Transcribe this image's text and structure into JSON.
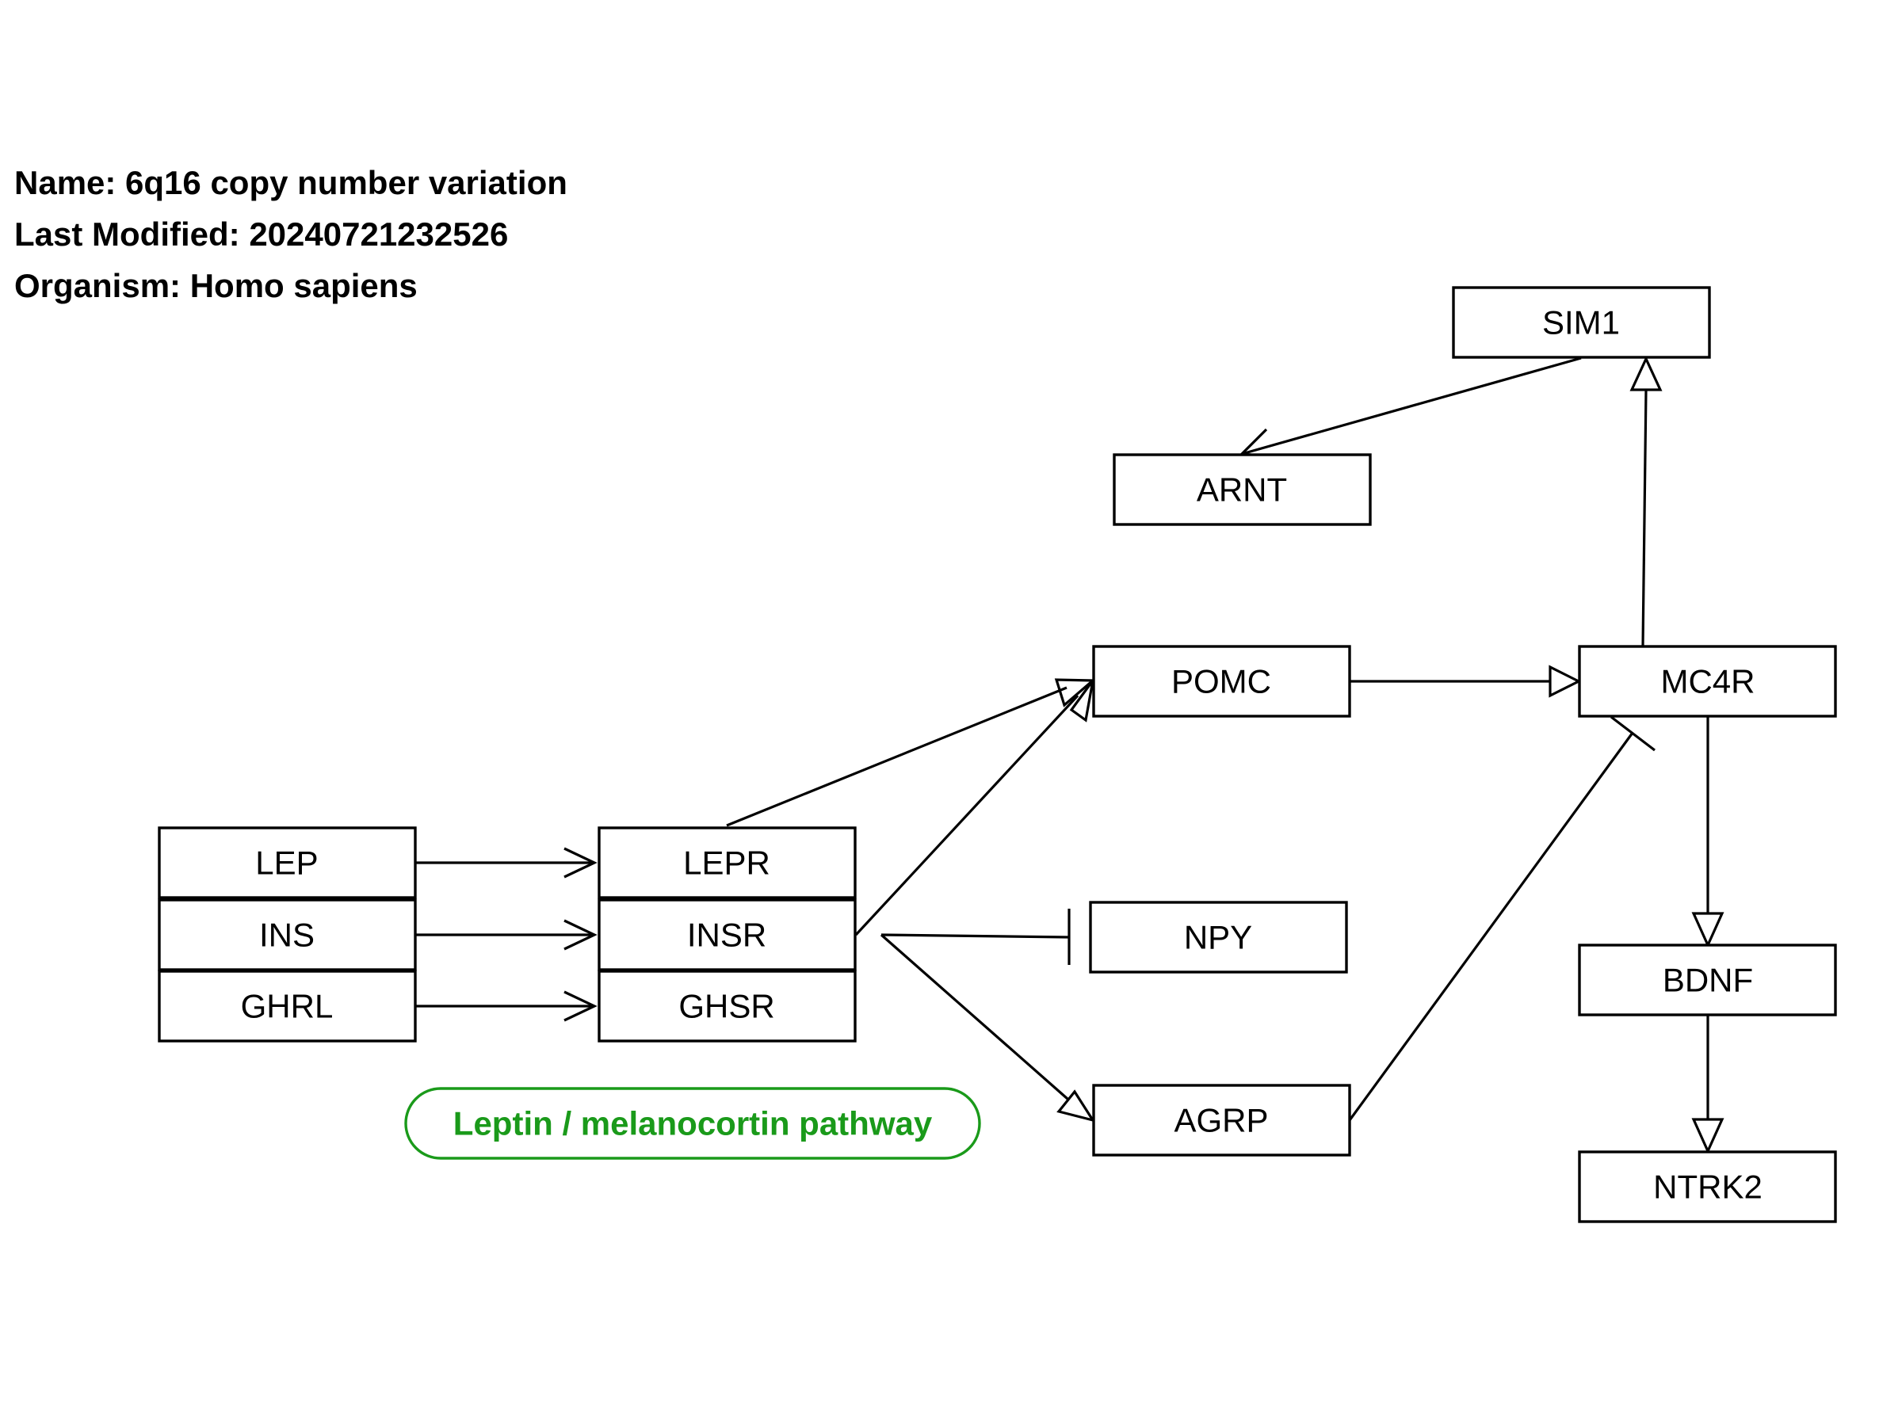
{
  "header": {
    "name": "Name: 6q16 copy number variation",
    "last_modified": "Last Modified: 20240721232526",
    "organism": "Organism: Homo sapiens"
  },
  "nodes": {
    "sim1": "SIM1",
    "arnt": "ARNT",
    "pomc": "POMC",
    "mc4r": "MC4R",
    "lep": "LEP",
    "ins": "INS",
    "ghrl": "GHRL",
    "lepr": "LEPR",
    "insr": "INSR",
    "ghsr": "GHSR",
    "npy": "NPY",
    "agrp": "AGRP",
    "bdnf": "BDNF",
    "ntrk2": "NTRK2"
  },
  "pathway": {
    "label": "Leptin / melanocortin pathway",
    "color": "#1a9a1a"
  },
  "edges": [
    {
      "from": "LEP",
      "to": "LEPR",
      "type": "arrow"
    },
    {
      "from": "INS",
      "to": "INSR",
      "type": "arrow"
    },
    {
      "from": "GHRL",
      "to": "GHSR",
      "type": "arrow"
    },
    {
      "from": "LEPR",
      "to": "POMC",
      "type": "open-triangle"
    },
    {
      "from": "INSR",
      "to": "POMC",
      "type": "open-triangle"
    },
    {
      "from": "INSR",
      "to": "NPY",
      "type": "inhibition"
    },
    {
      "from": "INSR",
      "to": "AGRP",
      "type": "open-triangle"
    },
    {
      "from": "POMC",
      "to": "MC4R",
      "type": "open-triangle"
    },
    {
      "from": "AGRP",
      "to": "MC4R",
      "type": "inhibition"
    },
    {
      "from": "MC4R",
      "to": "SIM1",
      "type": "open-triangle"
    },
    {
      "from": "SIM1",
      "to": "ARNT",
      "type": "arrow"
    },
    {
      "from": "MC4R",
      "to": "BDNF",
      "type": "open-triangle"
    },
    {
      "from": "BDNF",
      "to": "NTRK2",
      "type": "open-triangle"
    }
  ]
}
